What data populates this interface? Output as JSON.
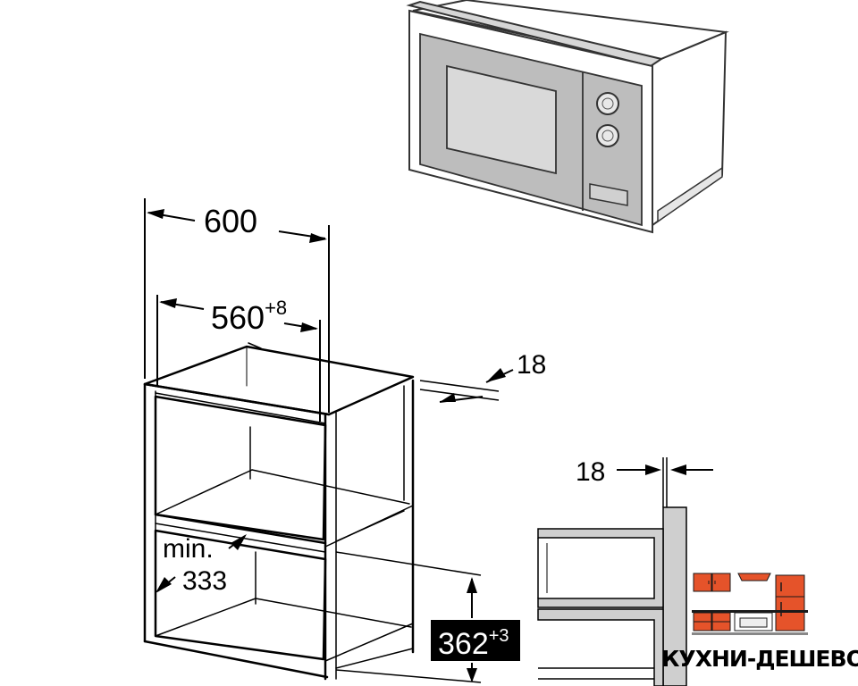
{
  "dimensions": {
    "overall_width": "600",
    "inner_width": "560",
    "inner_width_tol": "+8",
    "panel_thickness_top": "18",
    "panel_thickness_side": "18",
    "min_label": "min.",
    "min_depth": "333",
    "niche_height": "362",
    "niche_height_tol": "+3"
  },
  "watermark": {
    "text": "КУХНИ-ДЕШЕВО.РФ",
    "colors": {
      "accent": "#e5532a",
      "dark": "#1a1a1a"
    }
  }
}
